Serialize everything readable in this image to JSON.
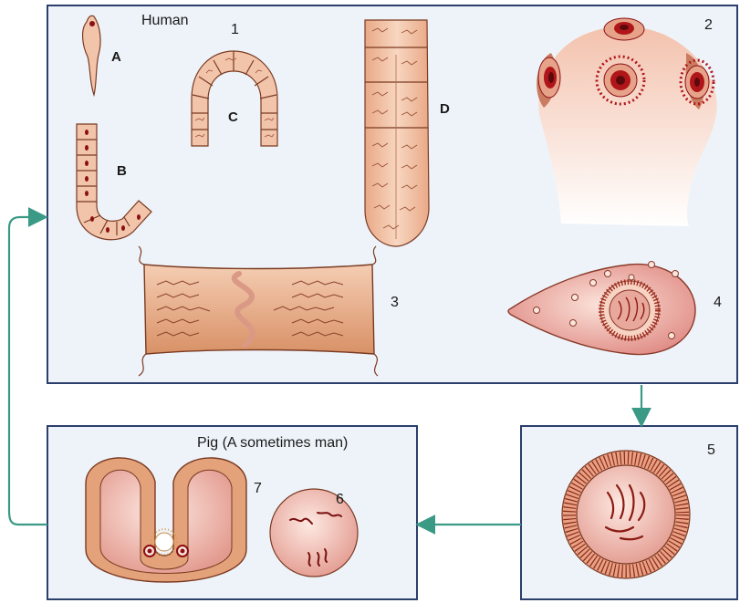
{
  "panels": {
    "top_title": "Human",
    "bottom_title": "Pig (A sometimes man)"
  },
  "stage_labels": {
    "s1": "1",
    "s2": "2",
    "s3": "3",
    "s4": "4",
    "s5": "5",
    "s6": "6",
    "s7": "7",
    "sA": "A",
    "sB": "B",
    "sC": "C",
    "sD": "D"
  },
  "colors": {
    "panel_fill": "#eef3f9",
    "panel_border": "#2b3f6b",
    "arrow": "#3a9a86",
    "tissue_fill": "#f0c2a6",
    "tissue_stroke": "#6a3320",
    "sucker_red": "#b0151a"
  }
}
